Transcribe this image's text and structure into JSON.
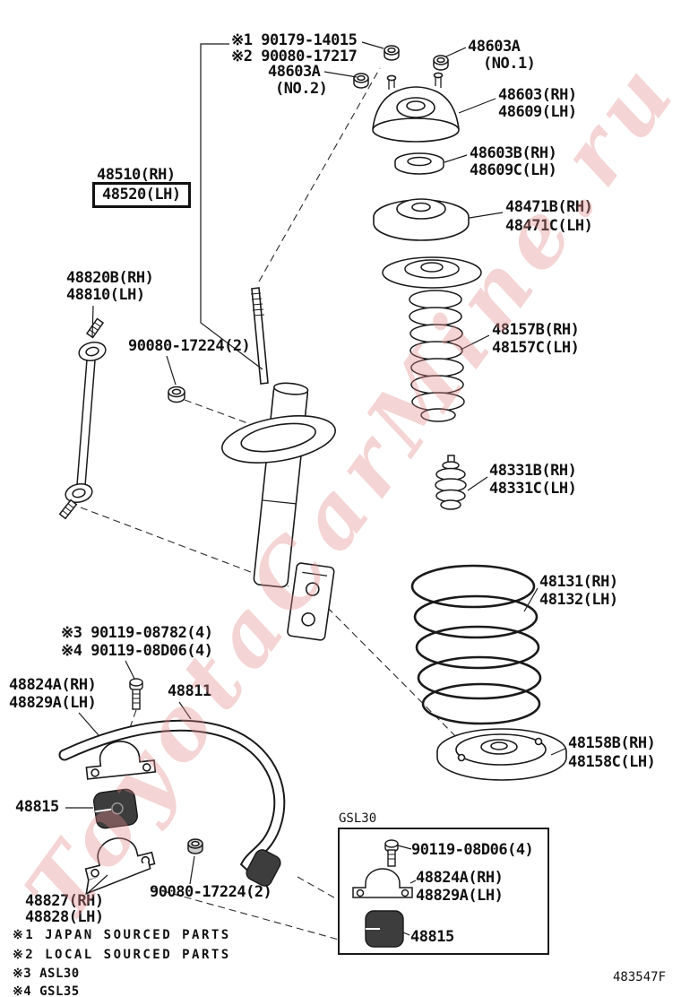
{
  "page": {
    "watermark": "ToyotaCarMine.ru",
    "figure_code": "483547F"
  },
  "labels": {
    "rod_nut_1": "※1 90179-14015",
    "rod_nut_2": "※2 90080-17217",
    "support_no2": "48603A",
    "support_no2_note": "(NO.2)",
    "support_no1": "48603A",
    "support_no1_note": "(NO.1)",
    "support_rh": "48603(RH)",
    "support_lh": "48609(LH)",
    "dust_seal_rh": "48603B(RH)",
    "dust_seal_lh": "48609C(LH)",
    "upper_seat_rh": "48471B(RH)",
    "upper_seat_lh": "48471C(LH)",
    "absorber_rh": "48510(RH)",
    "absorber_lh": "48520(LH)",
    "link_rh": "48820B(RH)",
    "link_lh": "48810(LH)",
    "link_nut": "90080-17224(2)",
    "boot_rh": "48157B(RH)",
    "boot_lh": "48157C(LH)",
    "bump_rh": "48331B(RH)",
    "bump_lh": "48331C(LH)",
    "spring_rh": "48131(RH)",
    "spring_lh": "48132(LH)",
    "bracket_bolt_3": "※3 90119-08782(4)",
    "bracket_bolt_4": "※4 90119-08D06(4)",
    "bracket_rh": "48824A(RH)",
    "bracket_lh": "48829A(LH)",
    "bar": "48811",
    "lower_seat_rh": "48158B(RH)",
    "lower_seat_lh": "48158C(LH)",
    "bushing": "48815",
    "bracket2_rh": "48827(RH)",
    "bracket2_lh": "48828(LH)",
    "bar_nut": "90080-17224(2)"
  },
  "inset": {
    "tag": "GSL30",
    "bolt": "90119-08D06(4)",
    "bracket_rh": "48824A(RH)",
    "bracket_lh": "48829A(LH)",
    "bushing": "48815"
  },
  "notes": [
    "※1 JAPAN SOURCED PARTS",
    "※2 LOCAL SOURCED PARTS",
    "※3 ASL30",
    "※4 GSL35"
  ]
}
